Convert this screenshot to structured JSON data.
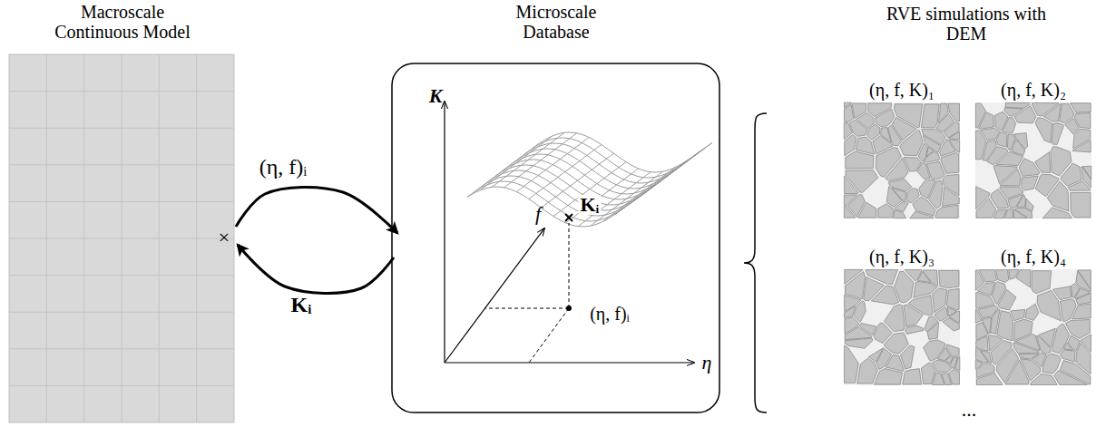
{
  "diagram": {
    "nodes": [
      {
        "text": [
          "Macroscale Continuous Model"
        ]
      },
      {
        "text": [
          "Microscale Database"
        ]
      },
      {
        "text": [
          "(η, f, K)₁"
        ]
      },
      {
        "text": [
          "(η, f, K)₂"
        ]
      },
      {
        "text": [
          "(η, f, K)₃"
        ]
      },
      {
        "text": [
          "(η, f, K)₄"
        ]
      }
    ],
    "edges": [
      {
        "from": 0,
        "to": 1,
        "arrow": "to",
        "label": "(η, f)ᵢ"
      },
      {
        "from": 1,
        "to": 0,
        "arrow": "to",
        "label": "Kᵢ"
      }
    ],
    "labels": [
      "RVE simulations with DEM",
      "×",
      "K",
      "f",
      "η",
      "Kᵢ",
      "(η, f)ᵢ",
      "..."
    ]
  }
}
